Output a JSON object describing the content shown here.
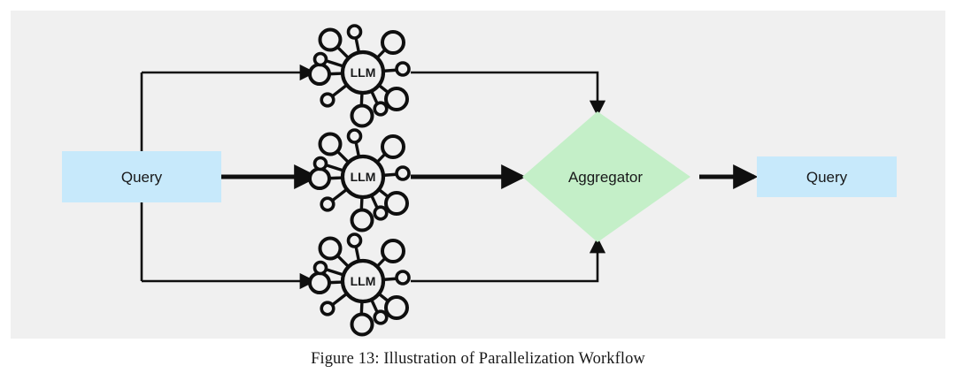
{
  "figure": {
    "caption": "Figure 13: Illustration of Parallelization Workflow",
    "panel_background": "#f0f0f0",
    "page_background": "#ffffff"
  },
  "colors": {
    "query_box_fill": "#c7e9fb",
    "aggregator_fill": "#c4efc8",
    "stroke": "#0f0f0f",
    "text": "#18191a"
  },
  "nodes": {
    "input_query": {
      "label": "Query",
      "shape": "rectangle",
      "fill": "#c7e9fb"
    },
    "output_query": {
      "label": "Query",
      "shape": "rectangle",
      "fill": "#c7e9fb"
    },
    "aggregator": {
      "label": "Aggregator",
      "shape": "diamond",
      "fill": "#c4efc8"
    },
    "llm_top": {
      "label": "LLM",
      "icon": "llm-network-icon"
    },
    "llm_middle": {
      "label": "LLM",
      "icon": "llm-network-icon"
    },
    "llm_bottom": {
      "label": "LLM",
      "icon": "llm-network-icon"
    }
  },
  "edges": [
    {
      "name": "query-to-llm-top",
      "from": "input_query",
      "to": "llm_top",
      "arrow": true
    },
    {
      "name": "query-to-llm-middle",
      "from": "input_query",
      "to": "llm_middle",
      "arrow": true
    },
    {
      "name": "query-to-llm-bottom",
      "from": "input_query",
      "to": "llm_bottom",
      "arrow": true
    },
    {
      "name": "llm-top-to-aggregator",
      "from": "llm_top",
      "to": "aggregator",
      "arrow": true
    },
    {
      "name": "llm-middle-to-aggregator",
      "from": "llm_middle",
      "to": "aggregator",
      "arrow": true
    },
    {
      "name": "llm-bottom-to-aggregator",
      "from": "llm_bottom",
      "to": "aggregator",
      "arrow": true
    },
    {
      "name": "aggregator-to-query",
      "from": "aggregator",
      "to": "output_query",
      "arrow": true
    }
  ]
}
